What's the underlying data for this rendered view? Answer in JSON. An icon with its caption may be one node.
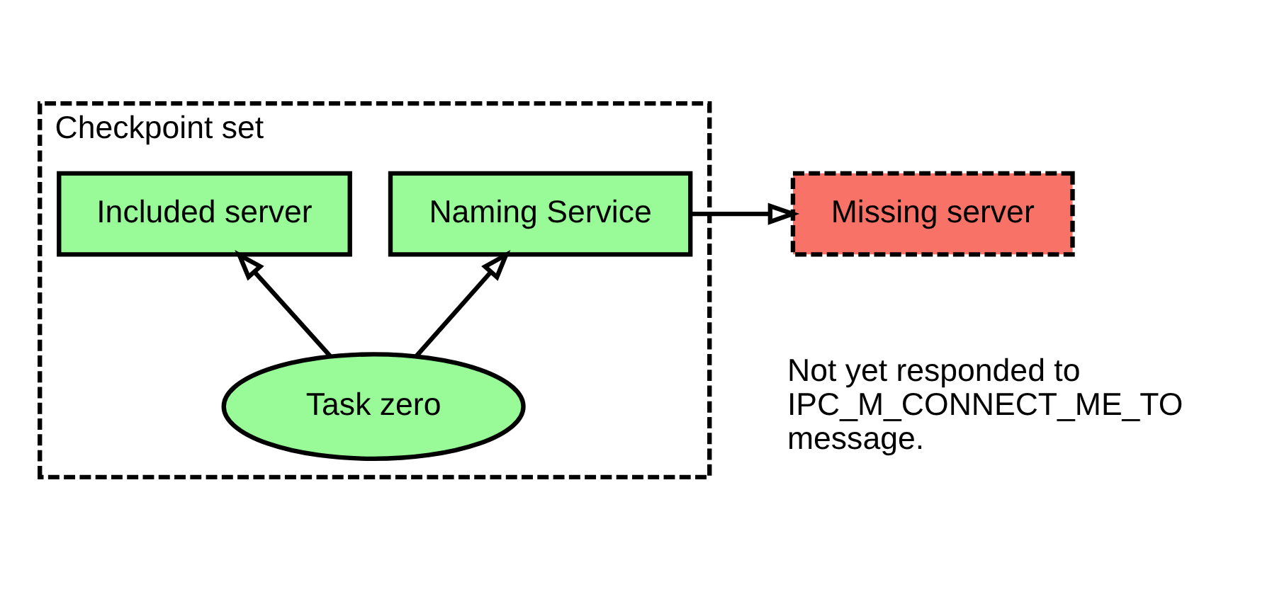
{
  "diagram": {
    "nodes": [
      {
        "text": [
          "Checkpoint set"
        ]
      },
      {
        "text": [
          "Included server"
        ],
        "in": 0
      },
      {
        "text": [
          "Naming Service"
        ],
        "in": 0
      },
      {
        "text": [
          "Task zero"
        ],
        "in": 0
      },
      {
        "text": [
          "Missing server"
        ],
        "beside": [
          "Not yet responded to IPC_M_CONNECT_ME_TO message."
        ]
      }
    ],
    "edges": [
      {
        "from": 3,
        "to": 1,
        "arrow": "to"
      },
      {
        "from": 3,
        "to": 2,
        "arrow": "to"
      },
      {
        "from": 2,
        "to": 4,
        "arrow": "to"
      }
    ]
  }
}
